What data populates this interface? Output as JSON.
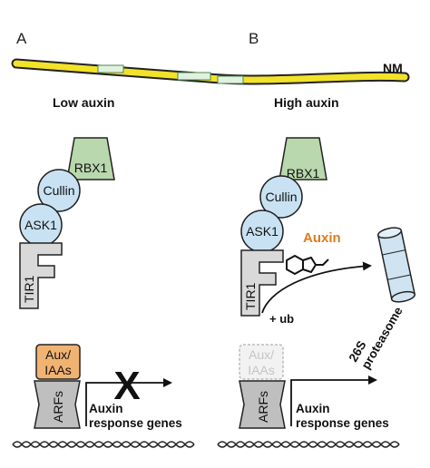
{
  "panels": {
    "a": {
      "letter": "A",
      "condition": "Low auxin"
    },
    "b": {
      "letter": "B",
      "condition": "High auxin"
    }
  },
  "membrane_label": "NM",
  "complex": {
    "rbx1": "RBX1",
    "cullin": "Cullin",
    "ask1": "ASK1",
    "tir1": "TIR1"
  },
  "repressor": {
    "line1": "Aux/",
    "line2": "IAAs"
  },
  "arfs": "ARFs",
  "auxin_label": "Auxin",
  "ubiquitination": "+ ub",
  "proteasome": {
    "line1": "26S",
    "line2": "proteasome"
  },
  "genes": {
    "line1": "Auxin",
    "line2": "response genes"
  },
  "block_mark": "X",
  "colors": {
    "membrane": "#f2e22a",
    "pore": "#dff0e0",
    "rbx1": "#b9d8ad",
    "cullin_ask1": "#c8e2f3",
    "tir1": "#d9d9d9",
    "aux_iaa": "#f1b372",
    "arfs": "#bfbfbf",
    "auxin": "#e07a1e",
    "proteasome": "#cfe3f1"
  }
}
